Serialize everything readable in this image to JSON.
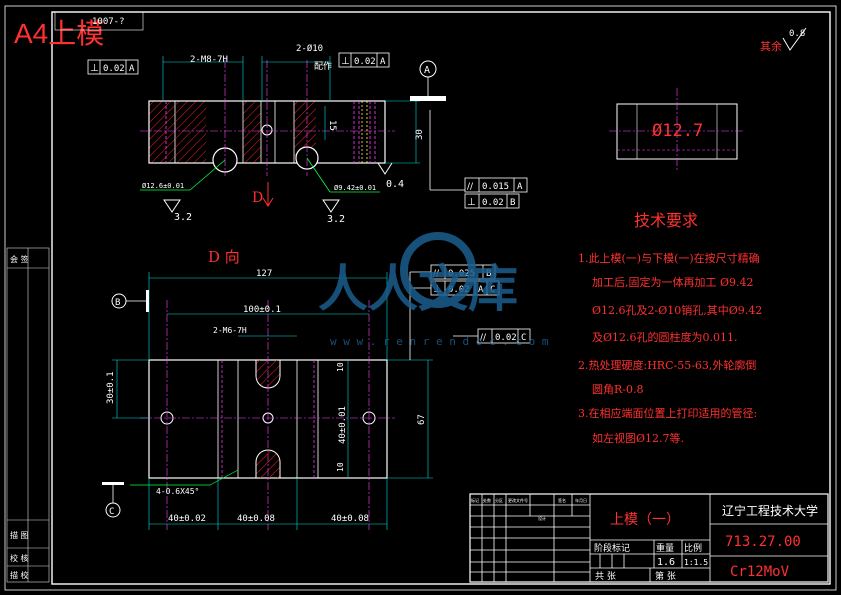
{
  "sheet": {
    "size_tag": "A4上模",
    "stamp_top": "1007-?",
    "left_strip": [
      "会 签",
      "描 图",
      "校 核",
      "描 校"
    ]
  },
  "colors": {
    "background": "#000000",
    "line_white": "#ffffff",
    "dim_cyan": "#00e0e0",
    "hidden_magenta": "#ff40ff",
    "title_red": "#ff3030",
    "text_yellow": "#ffff40",
    "leader_green": "#00ff40",
    "hatch_red": "#ff2020",
    "watermark_blue": "#1b5f8f"
  },
  "top_view": {
    "gdt_perp_left": {
      "symbol": "⊥",
      "value": "0.02",
      "datum": "A"
    },
    "hole_callout_left": "2-M8-7H",
    "hole_callout_right": "2-Ø10",
    "hole_callout_right_note": "配作",
    "gdt_perp_right": {
      "symbol": "⊥",
      "value": "0.02",
      "datum": "A"
    },
    "datum_a": "A",
    "dim_vertical": "15",
    "dim_height": "30",
    "phi_left": "Ø12.6±0.01",
    "phi_right": "Ø9.42±0.01",
    "rough_left": "3.2",
    "rough_right": "3.2",
    "rough_side": "0.4",
    "gdt_parallel": {
      "symbol": "//",
      "value": "0.015",
      "datum": "A"
    },
    "gdt_perp_b": {
      "symbol": "⊥",
      "value": "0.02",
      "datum": "B"
    },
    "view_letter": "D"
  },
  "front_view": {
    "title": "D 向",
    "dim_overall": "127",
    "gdt_parallel_b": {
      "symbol": "//",
      "value": "0.025",
      "datum": "B"
    },
    "gdt_perp_ac": {
      "symbol": "⊥",
      "value": "0.02",
      "datum": "A",
      "datum2": "C"
    },
    "gdt_parallel_c": {
      "symbol": "//",
      "value": "0.02",
      "datum": "C"
    },
    "dim_center": "100±0.1",
    "hole_callout": "2-M6-7H",
    "dim_left_height": "30±0.1",
    "dim_right_height": "40±0.01",
    "dim_right_top": "10",
    "dim_right_bottom": "10",
    "dim_total_height": "67",
    "chamfer": "4-0.6X45°",
    "dim_bottom": [
      "40±0.02",
      "40±0.08",
      "40±0.08"
    ],
    "datum_b": "B",
    "datum_c": "C"
  },
  "detail": {
    "label": "Ø12.7"
  },
  "roughness_rest": {
    "label": "其余",
    "value": "0.8"
  },
  "tech": {
    "heading": "技术要求",
    "lines": [
      "1.此上模(一)与下模(一)在按尺寸精确",
      "加工后,固定为一体再加工 Ø9.42",
      "Ø12.6孔及2-Ø10销孔,其中Ø9.42",
      "及Ø12.6孔的圆柱度为0.011.",
      "2.热处理硬度:HRC-55-63,外轮廓倒",
      "圆角R-0.8",
      "3.在相应端面位置上打印适用的管径:",
      "如左视图Ø12.7等."
    ]
  },
  "title_block": {
    "part_name": "上模（一）",
    "school": "辽宁工程技术大学",
    "drawing_no": "713.27.00",
    "material": "Cr12MoV",
    "label_stage": "阶段标记",
    "label_weight": "重量",
    "label_scale": "比例",
    "weight": "1.6",
    "scale": "1:1.5",
    "sheets": "共   张",
    "sheet_no": "第   张",
    "revision_header": [
      "标记",
      "处数",
      "分区",
      "更改文件号",
      "签名",
      "年月日"
    ],
    "small_label": "设计"
  },
  "watermark": {
    "text": "人人文库",
    "url": "w w w . r e n r e n d o c . c o m"
  }
}
